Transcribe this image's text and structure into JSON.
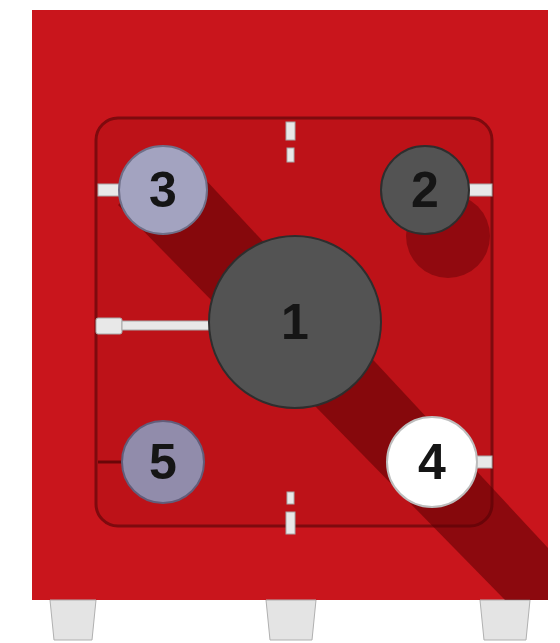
{
  "diagram": {
    "nodes": [
      {
        "text": [
          "3"
        ]
      },
      {
        "text": [
          "2"
        ]
      },
      {
        "text": [
          "1"
        ]
      },
      {
        "text": [
          "5"
        ]
      },
      {
        "text": [
          "4"
        ]
      }
    ]
  }
}
